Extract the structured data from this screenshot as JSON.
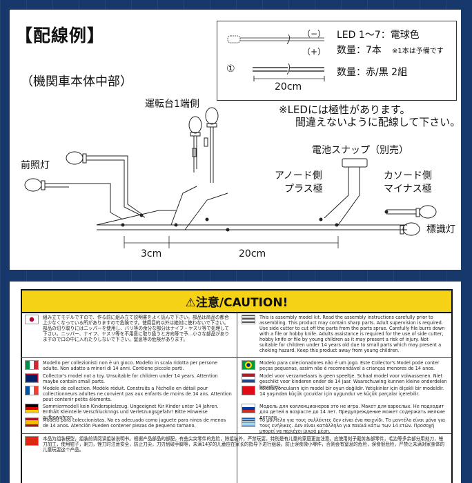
{
  "top": {
    "title": "【配線例】",
    "subtitle": "（機関車本体中部）",
    "legend": {
      "minus": "（−）",
      "plus": "（+）",
      "led_label": "LED 1〜7：電球色",
      "led_qty": "数量：7本",
      "led_note": "※1本は予備です",
      "wire_num": "①",
      "wire_qty": "数量：赤/黒 2組",
      "wire_len": "20cm"
    },
    "polarity_note1": "※LEDには極性があります。",
    "polarity_note2": "間違えないように配線して下さい。",
    "labels": {
      "cab": "運転台1端側",
      "headlight": "前照灯",
      "battery": "電池スナップ（別売）",
      "anode1": "アノード側",
      "anode2": "プラス極",
      "cathode1": "カソード側",
      "cathode2": "マイナス極",
      "marker": "標識灯",
      "dim1": "3cm",
      "dim2": "20cm"
    }
  },
  "caution": {
    "title": "⚠注意/CAUTION!",
    "left": [
      {
        "flag": "jp",
        "text": "組み立てモデルですので、作る前に組み立て説明書をよく読んで下さい。部品は商品の都合上少なくなっている所がありますので危険です。使用目的以外は絶対に使わないで下さい。部品の切り取りにはニッパーを使用し、バリ等の余分な部分はナイフ・ヤスリ等で処理して下さい。ニッパー、ナイフ、ヤスリ等を不用意に取り扱うと方向等で予…小さな部品がありますので口の中に入れたりしないで下さい。窒息等の危険があります。"
      },
      {
        "flag": "it",
        "text": "Modello per collezionisti non è un gioco. Modello in scala ridotta per persone adulte. Non adatto a minori di 14 anni. Contiene piccole parti."
      },
      {
        "flag": "gb",
        "text": "Collector's model not a toy. Unsuitable for children under 14 years. Attention maybe contain small parts."
      },
      {
        "flag": "fr",
        "text": "Modele de collection. Modèle réduit. Construits a l'échelle en détail pour collectionneurs adultes ne convient pas aux enfants de moins de 14 ans. Attention peut contenir petits éléments."
      },
      {
        "flag": "de",
        "text": "Sammiermodell kein Kinderspielzeug. Ungeeignet für Kinder unter 14 Jahren. Enthält Kleinteile Verschlucknngs und Verletzungsgefahr! Bitte Hinweise aufbewahren."
      },
      {
        "flag": "es",
        "text": "Modelo para coleccionistas. No es adecuado como juguete para ninos de menos de 14 anos. Atención Pueden contener piezas de pequeno tamano."
      }
    ],
    "right": [
      {
        "flag": "us",
        "text": "This is assembly model kit. Read the assembly instructions carefully prior to assembling. This product may contain sharp parts. Adult supervision is required. Use side cutter to cut off the parts from the parts sprue. Carefully file burrs down with a file or hobby knife. Adults assistance is required for the use of side cutter, hobby knife or file by young children as it may present a risk of injury. Not suitable for children under 14 years old due to small parts which may present a choking hazard. Keep this product away from young children."
      },
      {
        "flag": "br",
        "text": "Modelo para colecionadores não é um jogo. Este Collector's Model pode conter peças pequenas, assim não é recomendável a crianças menores de 14 anos."
      },
      {
        "flag": "nl",
        "text": "Model voor verzamelaars is geen speeltje. Schaal model voor volwassenen. Niet geschikt voor kinderen onder de 14 jaar. Waarschuwing kunnen kleine onderdelen bevatten."
      },
      {
        "flag": "tr",
        "text": "Koleksiyoncuların için model bir oyun değildir. Yetişkinler için ölçekli bir modeldir. 14 yaşından küçük çocuklar için uygundur ve küçük parçalar içerebilir."
      },
      {
        "flag": "ru",
        "text": "Модель для коллекционеров это не игра. Макет для взрослых. Не подходит для детей в возрасте до 14 лет. Предупреждение может содержать мелкие детали."
      },
      {
        "flag": "gr",
        "text": "Το μοντέλο για τους συλλέκτες δεν είναι ένα παιχνίδι. Το μοντέλο είναι μόνο για τους ενήλικες. Δεν είναι κατάλληλο για παιδιά κάτω των 14 ετών. Προσοχή μπορεί να περιέχει μικρά μέρη."
      }
    ],
    "cn": "本品为组装模型，组装前请阅读组装说明书。根据产品部品的部配，有些尖突零件的危险，除组装外，严禁玩耍，特别是有儿童的家庭更加注意。应使用刻子截剪各部零件，毛边等多余部分用刻刀，锉刀加工，使用钳子，剃刀，锉刀时注意安全，防止刀尖，刀刃划破手脚等，未满14岁的儿童应在家长的指导下进行组装。防止误食微小零件，否则会有窒息的危险，误食很危险，严禁让未满对家身体的儿童玩耍这个产品。"
  }
}
